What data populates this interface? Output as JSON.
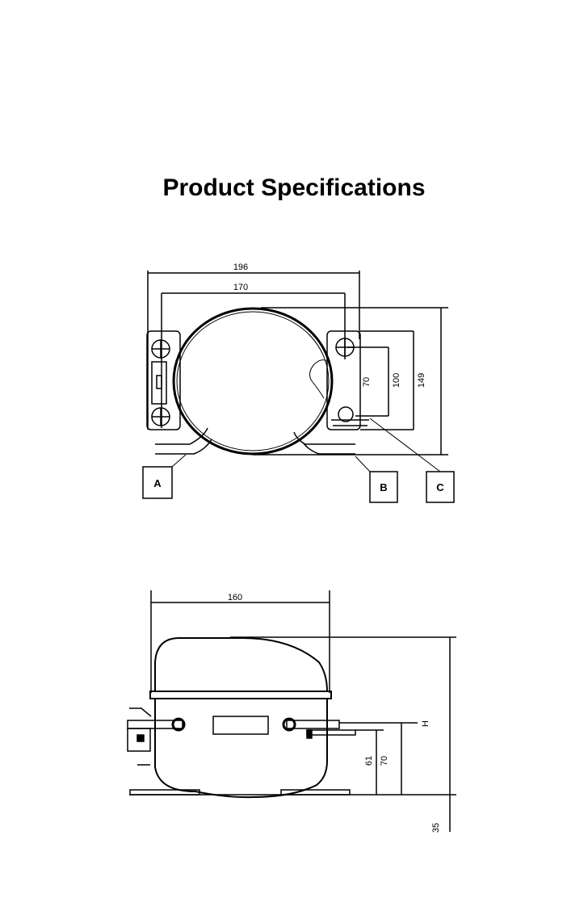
{
  "title": "Product Specifications",
  "top_view": {
    "dimensions": {
      "overall_width": "196",
      "mount_width": "170",
      "height_70": "70",
      "height_100": "100",
      "height_149": "149"
    },
    "callouts": {
      "a": "A",
      "b": "B",
      "c": "C"
    }
  },
  "side_view": {
    "dimensions": {
      "width": "160",
      "h": "H",
      "height_70": "70",
      "height_61": "61",
      "height_35": "35"
    }
  }
}
